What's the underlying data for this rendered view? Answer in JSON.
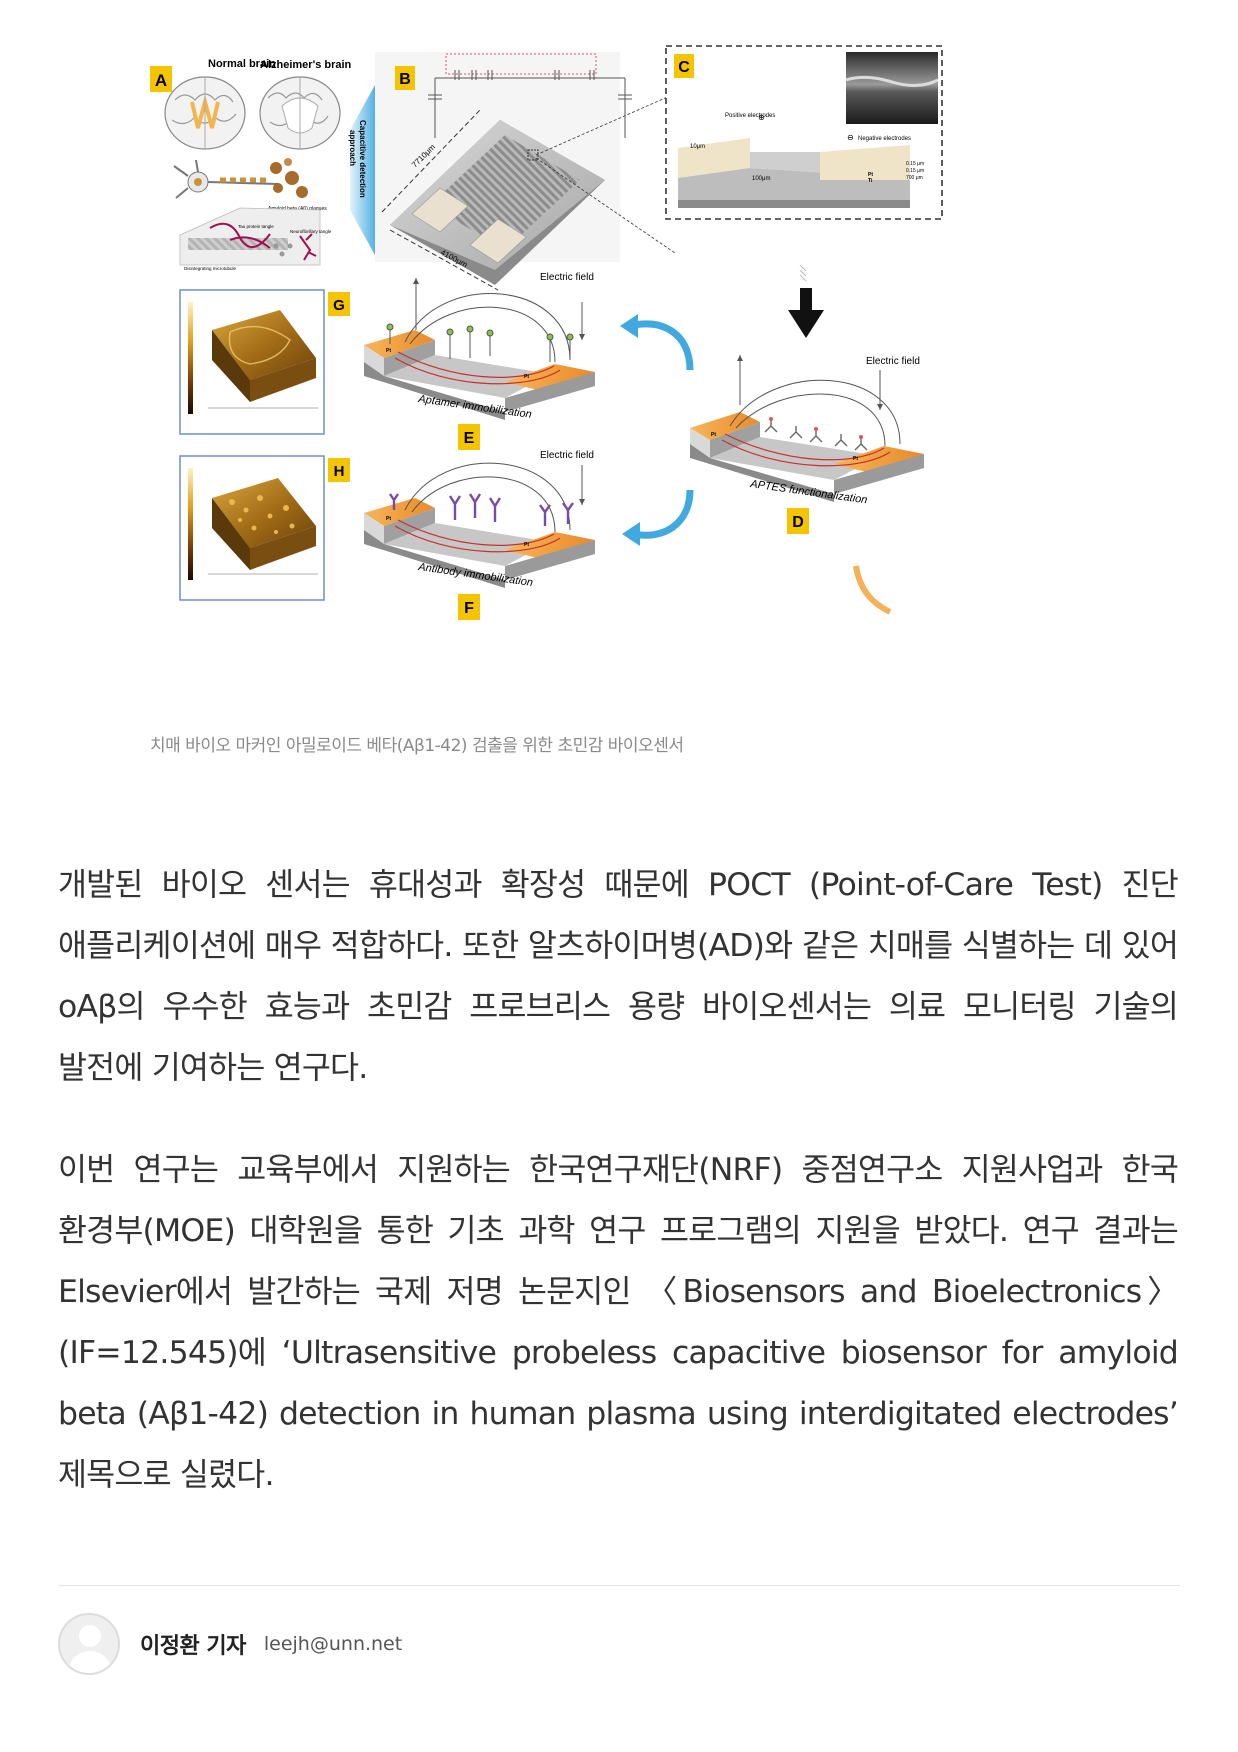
{
  "figure": {
    "panels": {
      "a": "A",
      "b": "B",
      "c": "C",
      "d": "D",
      "e": "E",
      "f": "F",
      "g": "G",
      "h": "H"
    },
    "labels": {
      "normal_brain": "Normal brain",
      "alzheimers_brain": "Alzheimer's brain",
      "amyloid_plaques": "Amyloid beta (Aβ) plaques",
      "tau_tangle": "Tau protein tangle",
      "neurofibrillary": "Neurofibrillary tangle",
      "microtubule": "Disintegrating microtubule",
      "capacitive_1": "Capacitive detection",
      "capacitive_2": "approach",
      "dim_1": "7710μm",
      "dim_2": "4100μm",
      "positive": "Positive electrodes",
      "negative": "Negative electrodes",
      "gap": "10μm",
      "width": "100μm",
      "thick_1": "0.15 μm",
      "thick_2": "0.15 μm",
      "thick_3": "700 μm",
      "electric_field": "Electric field",
      "aptamer": "Aptamer immobilization",
      "antibody": "Antibody immobilization",
      "aptes": "APTES functionalization",
      "pt": "Pt",
      "ti": "Ti"
    }
  },
  "caption": "치매 바이오 마커인 아밀로이드 베타(Aβ1-42) 검출을 위한 초민감 바이오센서",
  "article": {
    "paragraphs": [
      "개발된 바이오 센서는 휴대성과 확장성 때문에 POCT (Point-of-Care Test) 진단 애플리케이션에 매우 적합하다. 또한 알츠하이머병(AD)와 같은 치매를 식별하는 데 있어 oAβ의 우수한 효능과 초민감 프로브리스 용량 바이오센서는 의료 모니터링 기술의 발전에 기여하는 연구다.",
      "이번 연구는 교육부에서 지원하는 한국연구재단(NRF) 중점연구소 지원사업과 한국 환경부(MOE) 대학원을 통한 기초 과학 연구 프로그램의 지원을 받았다. 연구 결과는 Elsevier에서 발간하는 국제 저명 논문지인 〈Biosensors and Bioelectronics〉 (IF=12.545)에 ‘Ultrasensitive probeless capacitive biosensor for amyloid beta (Aβ1-42) detection in human plasma using interdigitated electrodes’ 제목으로 실렸다."
    ]
  },
  "byline": {
    "author": "이정환 기자",
    "email": "leejh@unn.net"
  },
  "colors": {
    "panel_label_bg": "#f5c400",
    "arrow_blue": "#3fa9e0",
    "electrode_orange": "#e88a2a",
    "field_red": "#c8302a",
    "afm_brown": "#8a5a12"
  }
}
